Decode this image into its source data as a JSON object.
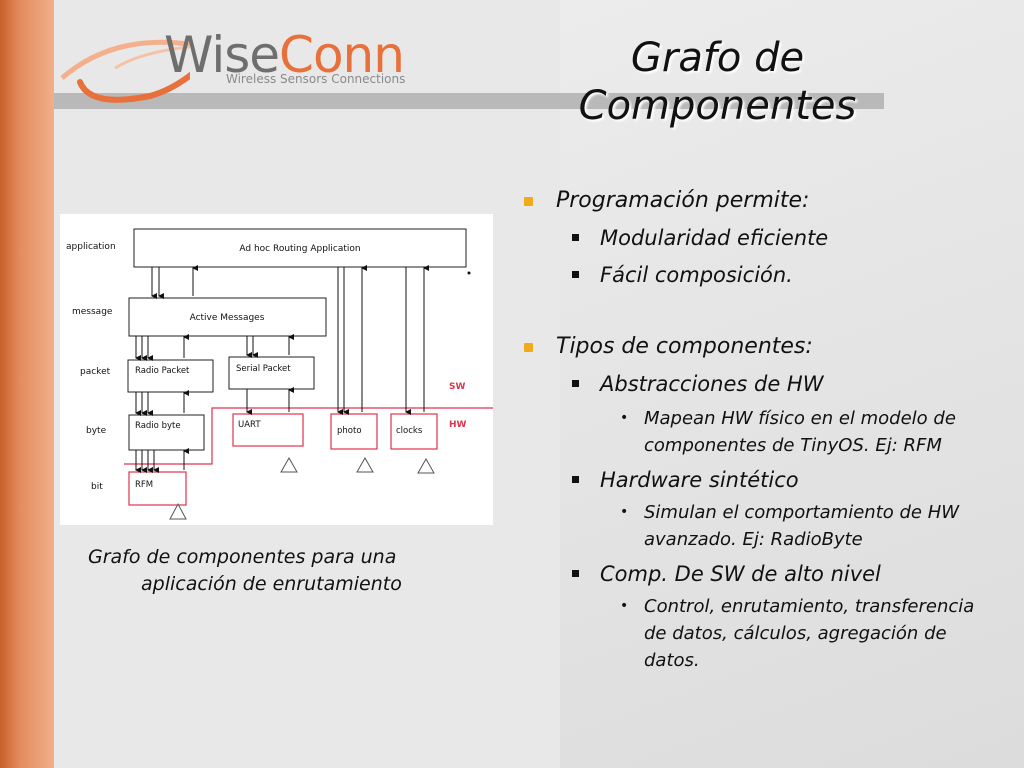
{
  "logo": {
    "wise": "Wise",
    "conn": "Conn",
    "tagline": "Wireless Sensors Connections"
  },
  "title": {
    "line1": "Grafo de",
    "line2": "Componentes"
  },
  "figure": {
    "levels": [
      "application",
      "message",
      "packet",
      "byte",
      "bit"
    ],
    "boxes": {
      "app": "Ad hoc Routing Application",
      "am": "Active Messages",
      "radio_packet": "Radio Packet",
      "serial_packet": "Serial Packet",
      "radio_byte": "Radio byte",
      "uart": "UART",
      "photo": "photo",
      "clocks": "clocks",
      "rfm": "RFM"
    },
    "sw_label": "SW",
    "hw_label": "HW",
    "line_color": "#e0334f"
  },
  "caption": {
    "line1": "Grafo de componentes  para una",
    "line2": "aplicación de enrutamiento"
  },
  "bullets": {
    "prog": "Programación permite:",
    "modular": "Modularidad eficiente",
    "facil": "Fácil composición.",
    "tipos": "Tipos de componentes:",
    "abs": "Abstracciones de HW",
    "abs_desc": "Mapean HW físico en el modelo de componentes de TinyOS. Ej: RFM",
    "hws": "Hardware sintético",
    "hws_desc": "Simulan el comportamiento de HW avanzado. Ej: RadioByte",
    "sw": "Comp. De SW de alto nivel",
    "sw_desc": "Control, enrutamiento, transferencia de datos, cálculos, agregación de datos."
  },
  "colors": {
    "accent": "#f2a91c",
    "sidebar": "#e38a5c",
    "logo_orange": "#e8703a"
  }
}
